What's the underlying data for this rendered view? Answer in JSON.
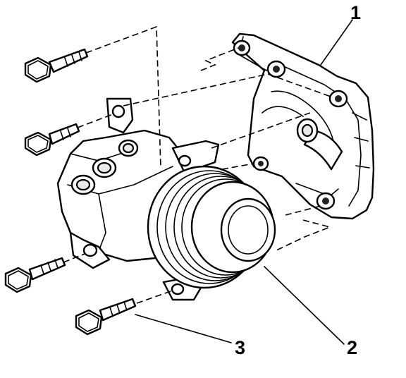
{
  "callouts": {
    "mounting_bracket": "1",
    "compressor": "2",
    "bolt": "3"
  }
}
